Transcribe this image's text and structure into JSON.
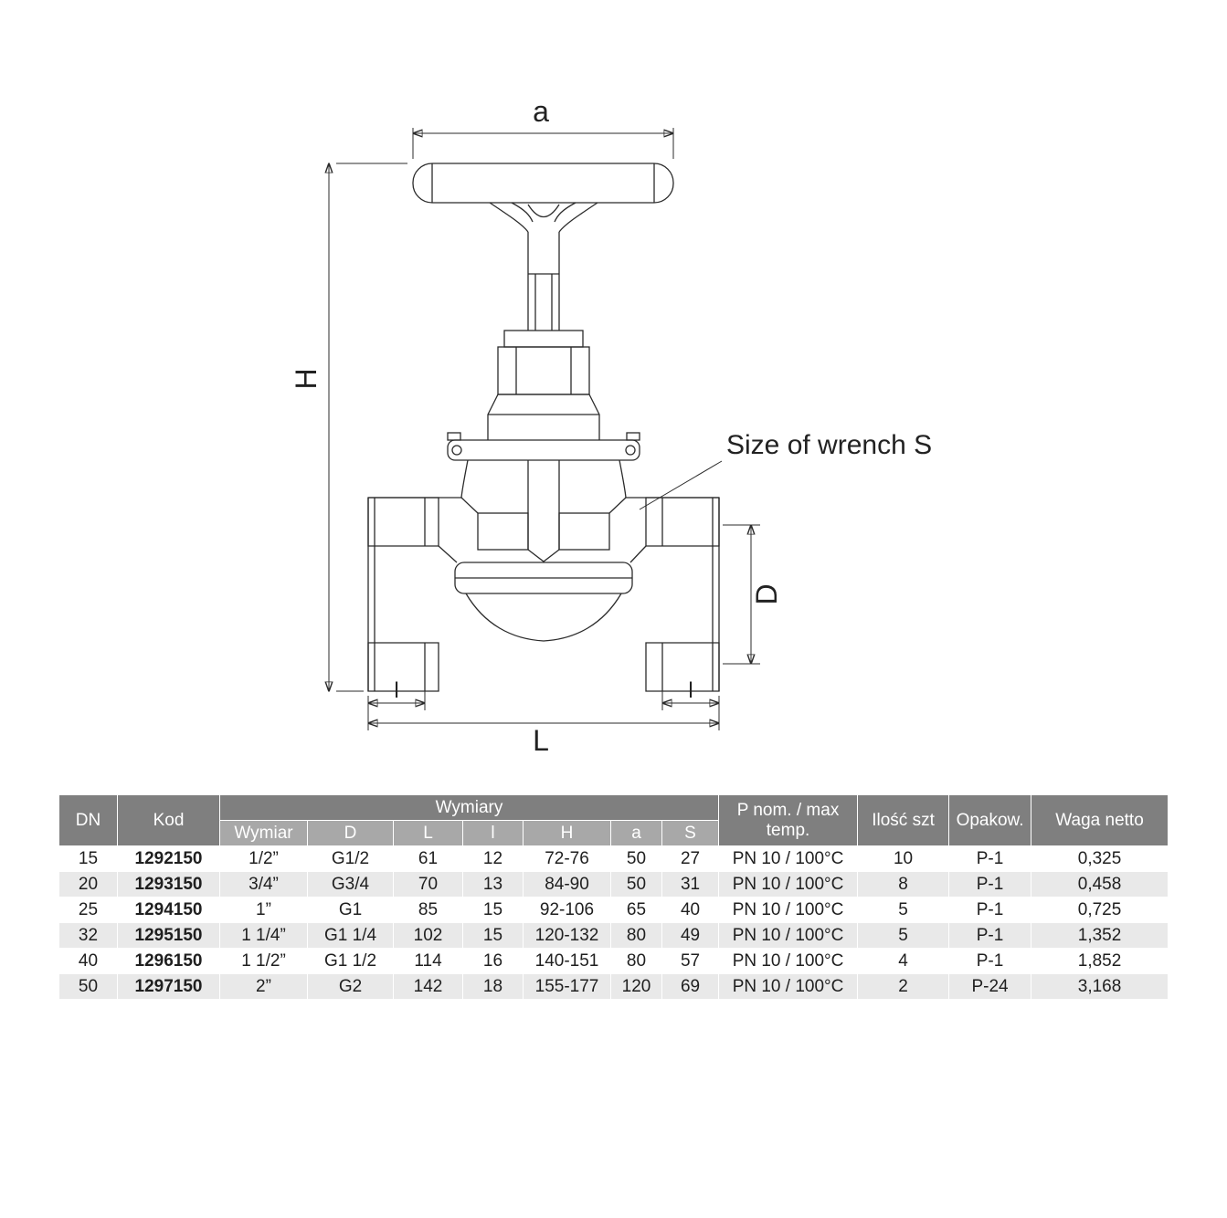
{
  "drawing": {
    "labels": {
      "a": "a",
      "H": "H",
      "D": "D",
      "L": "L",
      "l_left": "l",
      "l_right": "l",
      "wrench_note": "Size of wrench S"
    },
    "colors": {
      "line": "#2b2b2b"
    }
  },
  "table": {
    "colors": {
      "header_bg": "#7f7f7f",
      "subheader_bg": "#a8a8a8",
      "row_alt_bg": "#e9e9e9"
    },
    "headers": {
      "dn": "DN",
      "kod": "Kod",
      "wymiary": "Wymiary",
      "pnom_line1": "P nom. / max",
      "pnom_line2": "temp.",
      "ilosc": "Ilość szt",
      "opakow": "Opakow.",
      "waga": "Waga netto"
    },
    "subheaders": {
      "wymiar": "Wymiar",
      "d": "D",
      "l": "L",
      "l_small": "l",
      "h": "H",
      "a": "a",
      "s": "S"
    },
    "rows": [
      {
        "dn": "15",
        "kod": "1292150",
        "wymiar": "1/2”",
        "d": "G1/2",
        "l": "61",
        "l_small": "12",
        "h": "72-76",
        "a": "50",
        "s": "27",
        "pnom": "PN 10 / 100°C",
        "ilosc": "10",
        "opakow": "P-1",
        "waga": "0,325"
      },
      {
        "dn": "20",
        "kod": "1293150",
        "wymiar": "3/4”",
        "d": "G3/4",
        "l": "70",
        "l_small": "13",
        "h": "84-90",
        "a": "50",
        "s": "31",
        "pnom": "PN 10 / 100°C",
        "ilosc": "8",
        "opakow": "P-1",
        "waga": "0,458"
      },
      {
        "dn": "25",
        "kod": "1294150",
        "wymiar": "1”",
        "d": "G1",
        "l": "85",
        "l_small": "15",
        "h": "92-106",
        "a": "65",
        "s": "40",
        "pnom": "PN 10 / 100°C",
        "ilosc": "5",
        "opakow": "P-1",
        "waga": "0,725"
      },
      {
        "dn": "32",
        "kod": "1295150",
        "wymiar": "1 1/4”",
        "d": "G1 1/4",
        "l": "102",
        "l_small": "15",
        "h": "120-132",
        "a": "80",
        "s": "49",
        "pnom": "PN 10 / 100°C",
        "ilosc": "5",
        "opakow": "P-1",
        "waga": "1,352"
      },
      {
        "dn": "40",
        "kod": "1296150",
        "wymiar": "1 1/2”",
        "d": "G1 1/2",
        "l": "114",
        "l_small": "16",
        "h": "140-151",
        "a": "80",
        "s": "57",
        "pnom": "PN 10 / 100°C",
        "ilosc": "4",
        "opakow": "P-1",
        "waga": "1,852"
      },
      {
        "dn": "50",
        "kod": "1297150",
        "wymiar": "2”",
        "d": "G2",
        "l": "142",
        "l_small": "18",
        "h": "155-177",
        "a": "120",
        "s": "69",
        "pnom": "PN 10 / 100°C",
        "ilosc": "2",
        "opakow": "P-24",
        "waga": "3,168"
      }
    ]
  }
}
